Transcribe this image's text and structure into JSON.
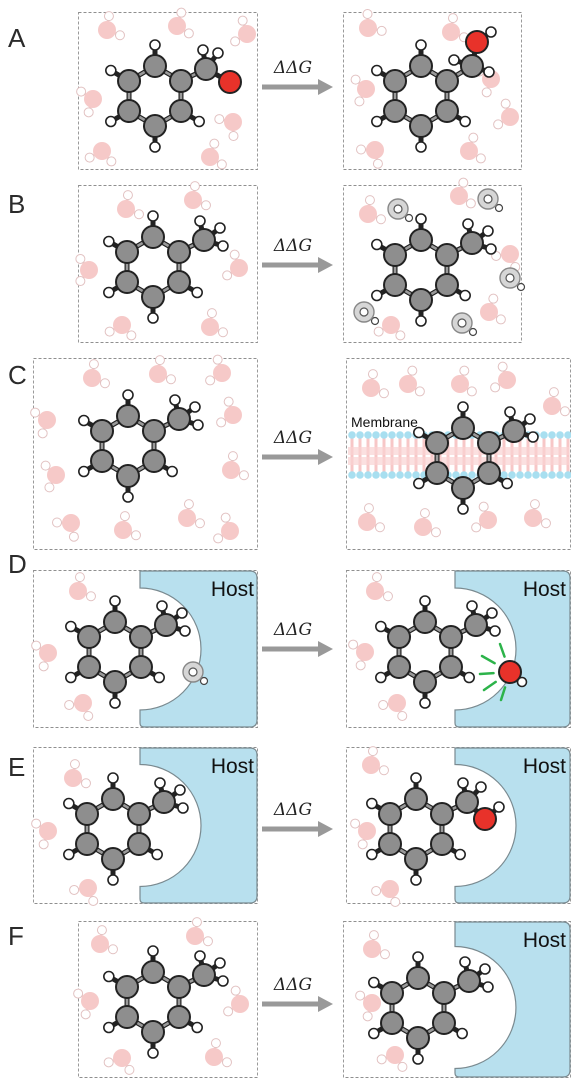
{
  "rows": [
    {
      "letter": "A",
      "arrow_label": "ΔΔG",
      "left": {
        "host_label": null
      },
      "right": {
        "host_label": null
      }
    },
    {
      "letter": "B",
      "arrow_label": "ΔΔG",
      "left": {
        "host_label": null
      },
      "right": {
        "host_label": null
      }
    },
    {
      "letter": "C",
      "arrow_label": "ΔΔG",
      "left": {
        "host_label": null
      },
      "right": {
        "host_label": null,
        "membrane_label": "Membrane"
      }
    },
    {
      "letter": "D",
      "arrow_label": "ΔΔG",
      "left": {
        "host_label": "Host"
      },
      "right": {
        "host_label": "Host"
      }
    },
    {
      "letter": "E",
      "arrow_label": "ΔΔG",
      "left": {
        "host_label": "Host"
      },
      "right": {
        "host_label": "Host"
      }
    },
    {
      "letter": "F",
      "arrow_label": "ΔΔG",
      "left": {
        "host_label": null
      },
      "right": {
        "host_label": "Host"
      }
    }
  ],
  "colors": {
    "carbon": "#8e8e8e",
    "oxygen": "#e8322a",
    "water": "#f6c9c8",
    "host": "#b8e0ee",
    "membrane_head": "#a8dff0",
    "membrane_tail": "#f6c4c4",
    "arrow": "#999999"
  }
}
